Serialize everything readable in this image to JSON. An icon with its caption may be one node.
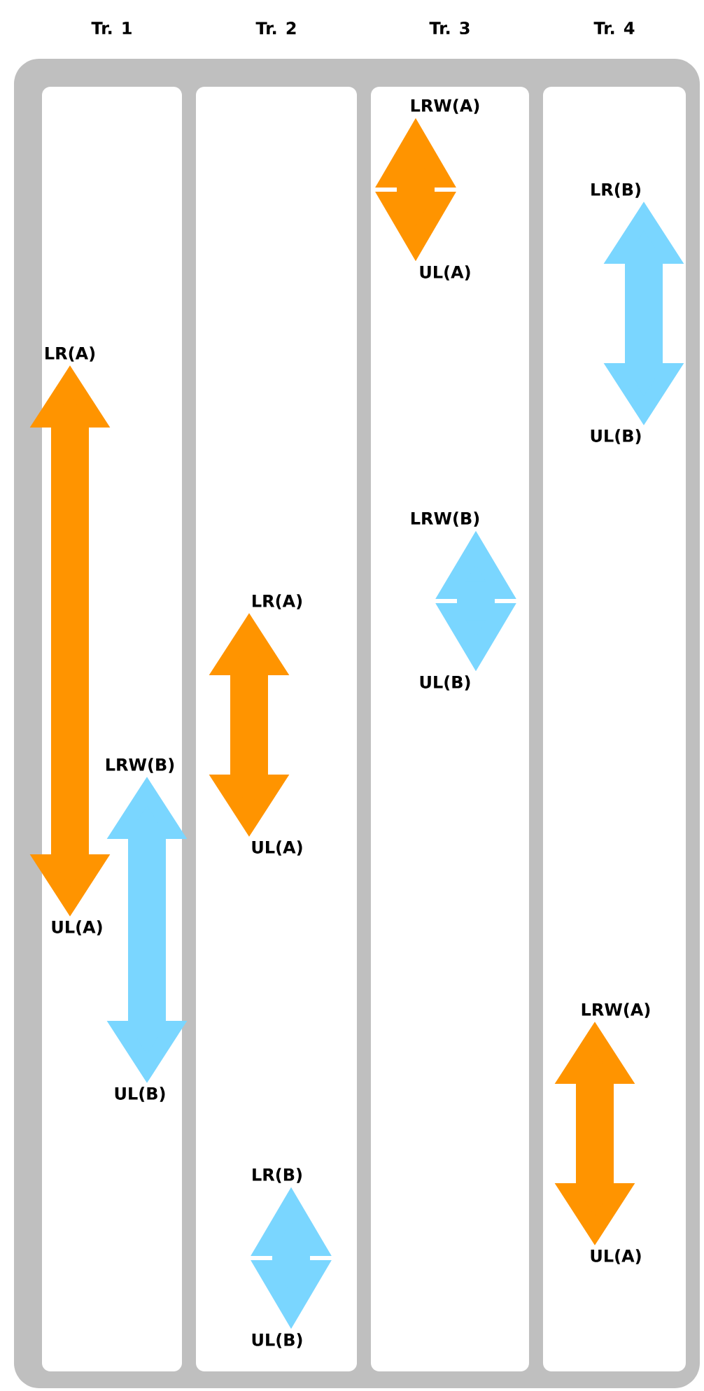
{
  "diagram": {
    "nodes": [
      {
        "text": [
          "Tr. 1"
        ]
      },
      {
        "text": [
          "Tr. 2"
        ]
      },
      {
        "text": [
          "Tr. 3"
        ]
      },
      {
        "text": [
          "Tr. 4"
        ]
      },
      {
        "text": [
          "LR(A)"
        ],
        "in": 0
      },
      {
        "text": [
          "UL(A)"
        ],
        "in": 0
      },
      {
        "text": [
          "LRW(B)"
        ],
        "in": 0
      },
      {
        "text": [
          "UL(B)"
        ],
        "in": 0
      },
      {
        "text": [
          "LR(A)"
        ],
        "in": 1
      },
      {
        "text": [
          "UL(A)"
        ],
        "in": 1
      },
      {
        "text": [
          "LR(B)"
        ],
        "in": 1
      },
      {
        "text": [
          "UL(B)"
        ],
        "in": 1
      },
      {
        "text": [
          "LRW(A)"
        ],
        "in": 2
      },
      {
        "text": [
          "UL(A)"
        ],
        "in": 2
      },
      {
        "text": [
          "LRW(B)"
        ],
        "in": 2
      },
      {
        "text": [
          "UL(B)"
        ],
        "in": 2
      },
      {
        "text": [
          "LR(B)"
        ],
        "in": 3
      },
      {
        "text": [
          "UL(B)"
        ],
        "in": 3
      },
      {
        "text": [
          "LRW(A)"
        ],
        "in": 3
      },
      {
        "text": [
          "UL(A)"
        ],
        "in": 3
      }
    ],
    "edges": [
      {
        "from": 4,
        "to": 5,
        "arrow": "both",
        "color": "#ff9400"
      },
      {
        "from": 6,
        "to": 7,
        "arrow": "both",
        "color": "#7ad6ff"
      },
      {
        "from": 8,
        "to": 9,
        "arrow": "both",
        "color": "#ff9400"
      },
      {
        "from": 10,
        "to": 11,
        "arrow": "both",
        "color": "#7ad6ff"
      },
      {
        "from": 12,
        "to": 13,
        "arrow": "both",
        "color": "#ff9400"
      },
      {
        "from": 14,
        "to": 15,
        "arrow": "both",
        "color": "#7ad6ff"
      },
      {
        "from": 16,
        "to": 17,
        "arrow": "both",
        "color": "#7ad6ff"
      },
      {
        "from": 18,
        "to": 19,
        "arrow": "both",
        "color": "#ff9400"
      }
    ]
  }
}
